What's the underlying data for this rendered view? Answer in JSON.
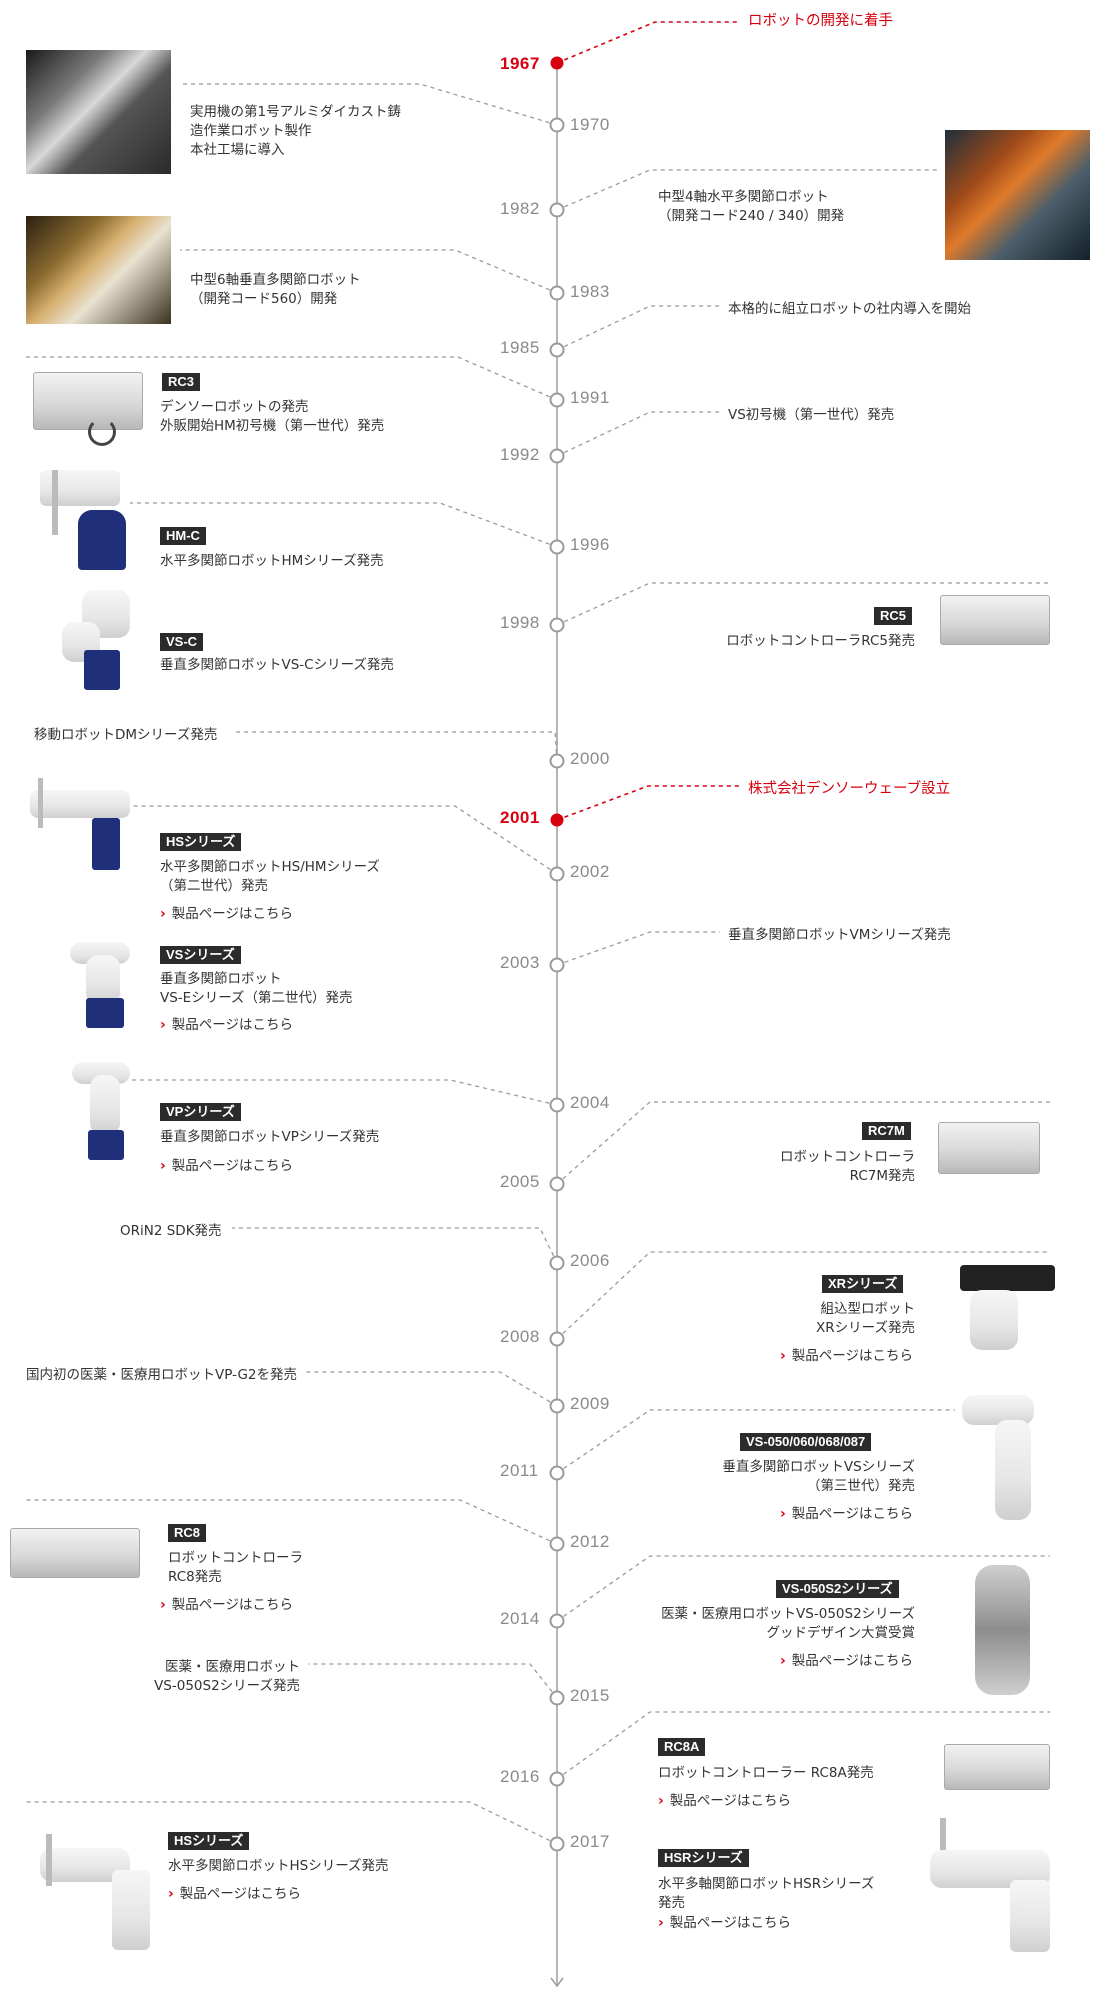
{
  "colors": {
    "accent_red": "#d7000f",
    "axis_gray": "#9a9a9a",
    "badge_bg": "#2b2b2b"
  },
  "chart_data": {
    "type": "timeline",
    "years": [
      "1967",
      "1970",
      "1982",
      "1983",
      "1985",
      "1991",
      "1992",
      "1996",
      "1998",
      "2000",
      "2001",
      "2002",
      "2003",
      "2004",
      "2005",
      "2006",
      "2008",
      "2009",
      "2011",
      "2012",
      "2014",
      "2015",
      "2016",
      "2017"
    ],
    "highlight_years": [
      "1967",
      "2001"
    ]
  },
  "events": {
    "e1967": {
      "text": "ロボットの開発に着手"
    },
    "e1970": {
      "lines": [
        "実用機の第1号アルミダイカスト鋳",
        "造作業ロボット製作",
        "本社工場に導入"
      ]
    },
    "e1982": {
      "lines": [
        "中型4軸水平多関節ロボット",
        "（開発コード240 / 340）開発"
      ]
    },
    "e1983": {
      "lines": [
        "中型6軸垂直多関節ロボット",
        "（開発コード560）開発"
      ]
    },
    "e1985": {
      "text": "本格的に組立ロボットの社内導入を開始"
    },
    "e1991": {
      "badge": "RC3",
      "lines": [
        "デンソーロボットの発売",
        "外販開始HM初号機（第一世代）発売"
      ]
    },
    "e1992": {
      "text": "VS初号機（第一世代）発売"
    },
    "e1996": {
      "badge": "HM-C",
      "text": "水平多関節ロボットHMシリーズ発売"
    },
    "e1996b": {
      "badge": "VS-C",
      "text": "垂直多関節ロボットVS-Cシリーズ発売"
    },
    "e1998": {
      "badge": "RC5",
      "text": "ロボットコントローラRC5発売"
    },
    "e2000": {
      "text": "移動ロボットDMシリーズ発売"
    },
    "e2001": {
      "text": "株式会社デンソーウェーブ設立"
    },
    "e2002": {
      "badge": "HSシリーズ",
      "lines": [
        "水平多関節ロボットHS/HMシリーズ",
        "（第二世代）発売"
      ],
      "link": "製品ページはこちら"
    },
    "e2002b": {
      "badge": "VSシリーズ",
      "lines": [
        "垂直多関節ロボット",
        "VS-Eシリーズ（第二世代）発売"
      ],
      "link": "製品ページはこちら"
    },
    "e2003": {
      "text": "垂直多関節ロボットVMシリーズ発売"
    },
    "e2004": {
      "badge": "VPシリーズ",
      "text": "垂直多関節ロボットVPシリーズ発売",
      "link": "製品ページはこちら"
    },
    "e2005": {
      "badge": "RC7M",
      "lines": [
        "ロボットコントローラ",
        "RC7M発売"
      ]
    },
    "e2006": {
      "text": "ORiN2 SDK発売"
    },
    "e2008": {
      "badge": "XRシリーズ",
      "lines": [
        "組込型ロボット",
        "XRシリーズ発売"
      ],
      "link": "製品ページはこちら"
    },
    "e2009": {
      "text": "国内初の医薬・医療用ロボットVP-G2を発売"
    },
    "e2011": {
      "badge": "VS-050/060/068/087",
      "lines": [
        "垂直多関節ロボットVSシリーズ",
        "（第三世代）発売"
      ],
      "link": "製品ページはこちら"
    },
    "e2012": {
      "badge": "RC8",
      "lines": [
        "ロボットコントローラ",
        "RC8発売"
      ],
      "link": "製品ページはこちら"
    },
    "e2014": {
      "badge": "VS-050S2シリーズ",
      "lines": [
        "医薬・医療用ロボットVS-050S2シリーズ",
        "グッドデザイン大賞受賞"
      ],
      "link": "製品ページはこちら"
    },
    "e2015": {
      "lines": [
        "医薬・医療用ロボット",
        "VS-050S2シリーズ発売"
      ]
    },
    "e2016": {
      "badge": "RC8A",
      "text": "ロボットコントローラー RC8A発売",
      "link": "製品ページはこちら"
    },
    "e2017": {
      "badge": "HSシリーズ",
      "text": "水平多関節ロボットHSシリーズ発売",
      "link": "製品ページはこちら"
    },
    "e2017b": {
      "badge": "HSRシリーズ",
      "lines": [
        "水平多軸関節ロボットHSRシリーズ",
        "発売"
      ],
      "link": "製品ページはこちら"
    }
  }
}
